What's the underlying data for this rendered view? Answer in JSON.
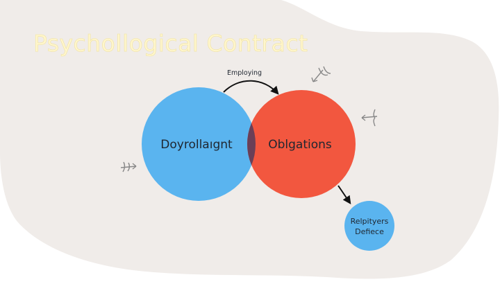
{
  "title": "Psychollogical Contract",
  "arrow_label": "Employing",
  "circle_left_label": "Doyrollaıgnt",
  "circle_right_label": "Oblgations",
  "small_circle_lines": [
    "Relpityers",
    "Defiece"
  ],
  "colors": {
    "background_shape": "#f0ece9",
    "left_circle": "#5ab4ef",
    "right_circle": "#f2573f",
    "overlap": "#6a3f57",
    "small_circle": "#5ab4ef",
    "title": "#fff6cc"
  }
}
